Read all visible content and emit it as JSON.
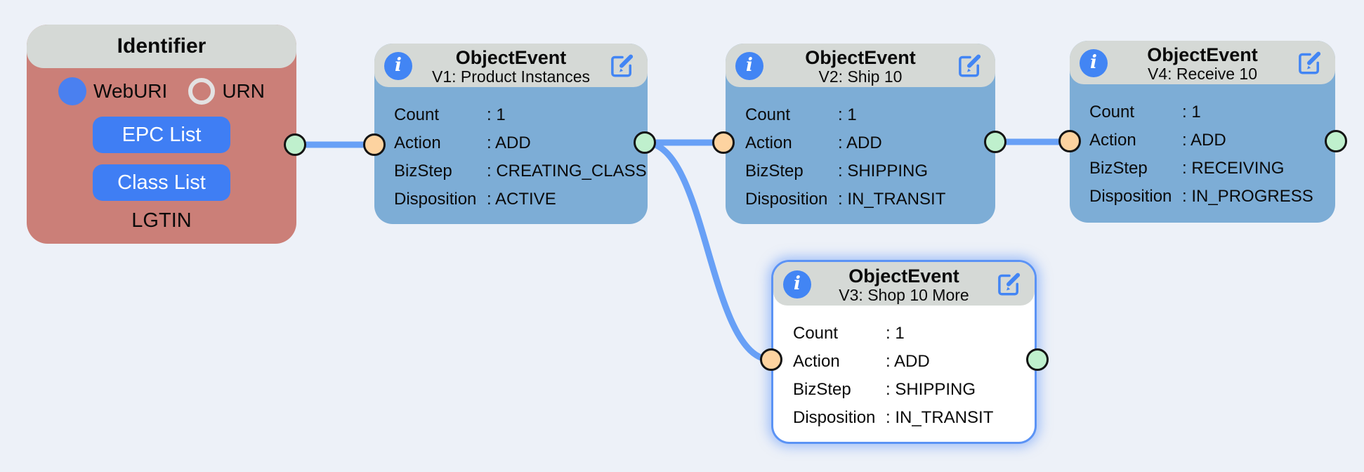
{
  "colors": {
    "canvas_bg": "#edf1f8",
    "node_header_gray": "#d5d9d6",
    "identifier_body": "#cb7f78",
    "event_body": "#7dadd6",
    "accent_blue": "#3f7ef4",
    "icon_blue": "#4285f4",
    "edge_blue": "#68a0f6",
    "handle_source_green": "#bff0cd",
    "handle_target_orange": "#fdd3a0",
    "selected_border_blue": "#5b93f5"
  },
  "icons": {
    "info_glyph": "i"
  },
  "identifier_node": {
    "header": "Identifier",
    "radios": [
      {
        "label": "WebURI",
        "selected": true
      },
      {
        "label": "URN",
        "selected": false
      }
    ],
    "buttons": [
      "EPC List",
      "Class List"
    ],
    "footer": "LGTIN"
  },
  "event_nodes": [
    {
      "title": "ObjectEvent",
      "subtitle": "V1: Product Instances",
      "fields": [
        {
          "label": "Count",
          "value": ": 1"
        },
        {
          "label": "Action",
          "value": ": ADD"
        },
        {
          "label": "BizStep",
          "value": ": CREATING_CLASS"
        },
        {
          "label": "Disposition",
          "value": ": ACTIVE"
        }
      ]
    },
    {
      "title": "ObjectEvent",
      "subtitle": "V2: Ship 10",
      "fields": [
        {
          "label": "Count",
          "value": ": 1"
        },
        {
          "label": "Action",
          "value": ": ADD"
        },
        {
          "label": "BizStep",
          "value": ": SHIPPING"
        },
        {
          "label": "Disposition",
          "value": ": IN_TRANSIT"
        }
      ]
    },
    {
      "title": "ObjectEvent",
      "subtitle": "V4: Receive 10",
      "fields": [
        {
          "label": "Count",
          "value": ": 1"
        },
        {
          "label": "Action",
          "value": ": ADD"
        },
        {
          "label": "BizStep",
          "value": ": RECEIVING"
        },
        {
          "label": "Disposition",
          "value": ": IN_PROGRESS"
        }
      ]
    },
    {
      "title": "ObjectEvent",
      "subtitle": "V3: Shop 10 More",
      "selected": true,
      "fields": [
        {
          "label": "Count",
          "value": ": 1"
        },
        {
          "label": "Action",
          "value": ": ADD"
        },
        {
          "label": "BizStep",
          "value": ": SHIPPING"
        },
        {
          "label": "Disposition",
          "value": ": IN_TRANSIT"
        }
      ]
    }
  ],
  "edges": [
    {
      "from": "identifier",
      "to": "object-event-v1"
    },
    {
      "from": "object-event-v1",
      "to": "object-event-v2"
    },
    {
      "from": "object-event-v1",
      "to": "object-event-v3"
    },
    {
      "from": "object-event-v2",
      "to": "object-event-v4"
    }
  ]
}
